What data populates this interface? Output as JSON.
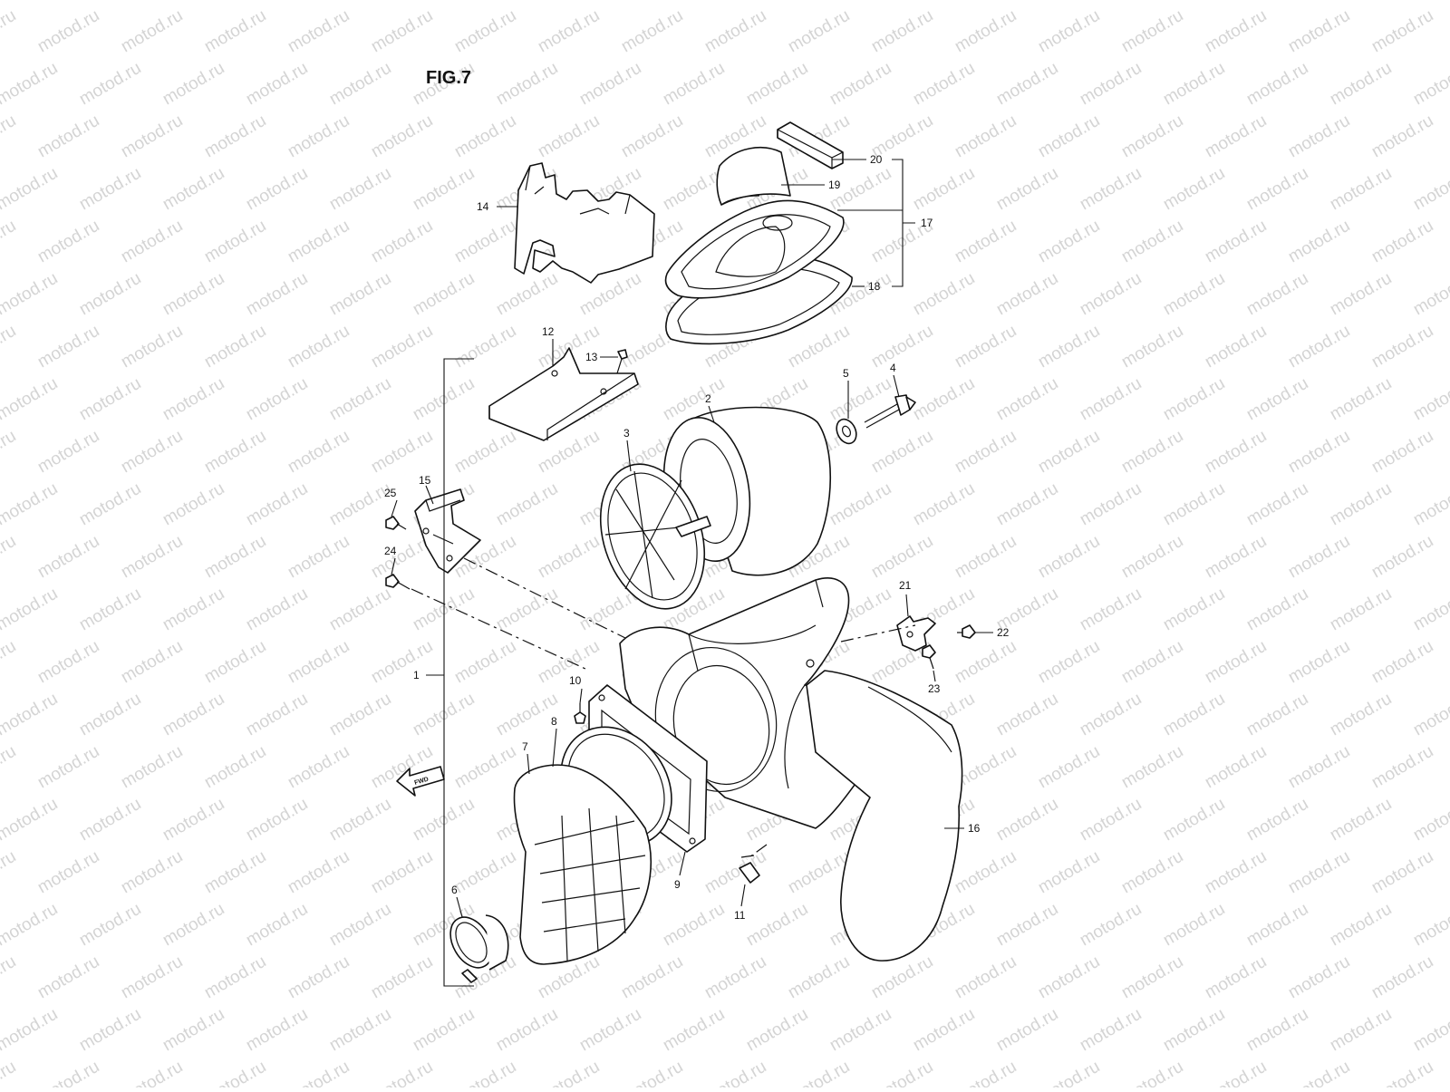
{
  "figure": {
    "title": "FIG.7",
    "watermark_text": "motod.ru",
    "fwd_label": "FWD"
  },
  "callouts": {
    "c1": "1",
    "c2": "2",
    "c3": "3",
    "c4": "4",
    "c5": "5",
    "c6": "6",
    "c7": "7",
    "c8": "8",
    "c9": "9",
    "c10": "10",
    "c11": "11",
    "c12": "12",
    "c13": "13",
    "c14": "14",
    "c15": "15",
    "c16": "16",
    "c17": "17",
    "c18": "18",
    "c19": "19",
    "c20": "20",
    "c21": "21",
    "c22": "22",
    "c23": "23",
    "c24": "24",
    "c25": "25"
  },
  "colors": {
    "line": "#111111",
    "watermark": "#d4d4d4",
    "background": "#ffffff"
  }
}
